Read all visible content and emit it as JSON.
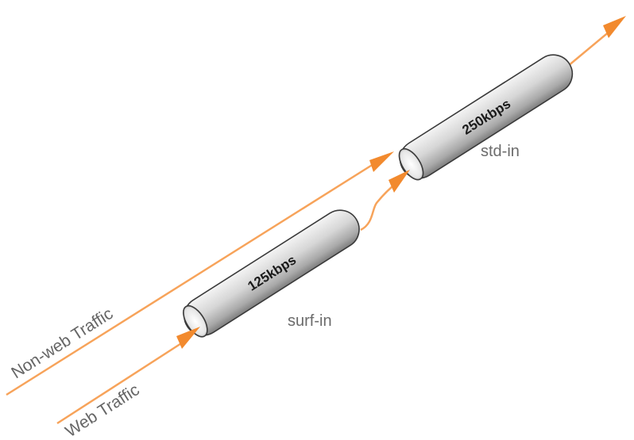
{
  "flows": {
    "non_web": "Non-web  Traffic",
    "web": "Web  Traffic"
  },
  "pipes": {
    "upper": {
      "rate": "250kbps",
      "name": "std-in"
    },
    "lower": {
      "rate": "125kbps",
      "name": "surf-in"
    }
  },
  "colors": {
    "flow": "#f7a35a",
    "arrowhead": "#f28a2e",
    "pipe_body": "#d8d8d8",
    "pipe_outline": "#3a3a3a",
    "text": "#6b6b6b"
  }
}
